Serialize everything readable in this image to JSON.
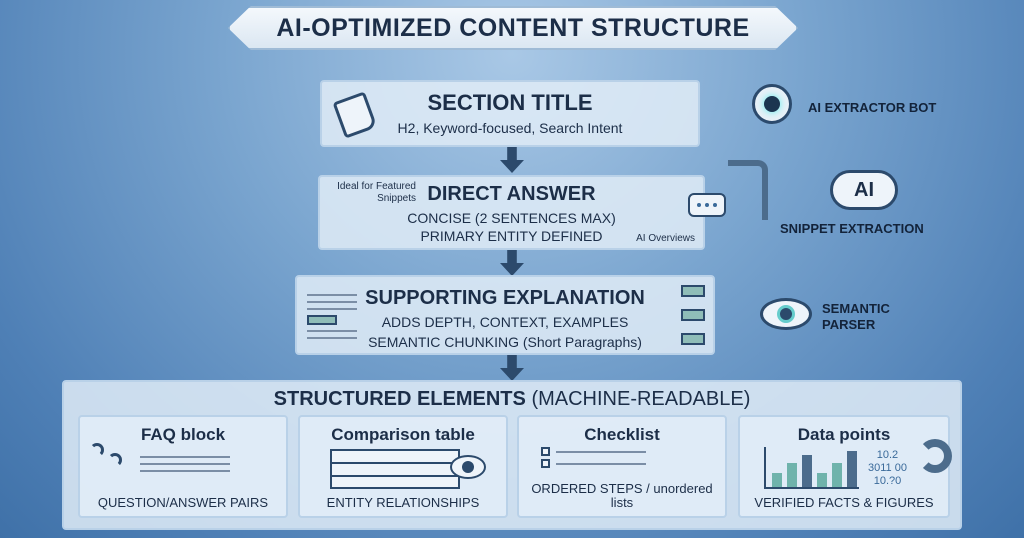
{
  "title": "AI-OPTIMIZED CONTENT STRUCTURE",
  "section_title": {
    "heading": "SECTION TITLE",
    "sub": "H2, Keyword-focused, Search Intent"
  },
  "direct_answer": {
    "heading": "DIRECT ANSWER",
    "line1": "CONCISE (2 SENTENCES MAX)",
    "line2": "PRIMARY ENTITY DEFINED",
    "note_left": "Ideal for Featured Snippets",
    "note_right": "AI Overviews"
  },
  "supporting": {
    "heading": "SUPPORTING EXPLANATION",
    "line1": "ADDS DEPTH, CONTEXT, EXAMPLES",
    "line2": "SEMANTIC CHUNKING (Short Paragraphs)"
  },
  "side": {
    "bot": "AI EXTRACTOR BOT",
    "cloud_icon_text": "AI",
    "snippet": "SNIPPET EXTRACTION",
    "parser": "SEMANTIC PARSER"
  },
  "structured": {
    "heading": "STRUCTURED ELEMENTS",
    "heading_suffix": "(MACHINE-READABLE)",
    "cards": [
      {
        "title": "FAQ block",
        "caption": "QUESTION/ANSWER PAIRS"
      },
      {
        "title": "Comparison table",
        "caption": "ENTITY RELATIONSHIPS"
      },
      {
        "title": "Checklist",
        "caption": "ORDERED STEPS / unordered lists"
      },
      {
        "title": "Data points",
        "caption": "VERIFIED FACTS & FIGURES",
        "numbers": [
          "10.2",
          "3011 00",
          "10.?0"
        ]
      }
    ]
  }
}
